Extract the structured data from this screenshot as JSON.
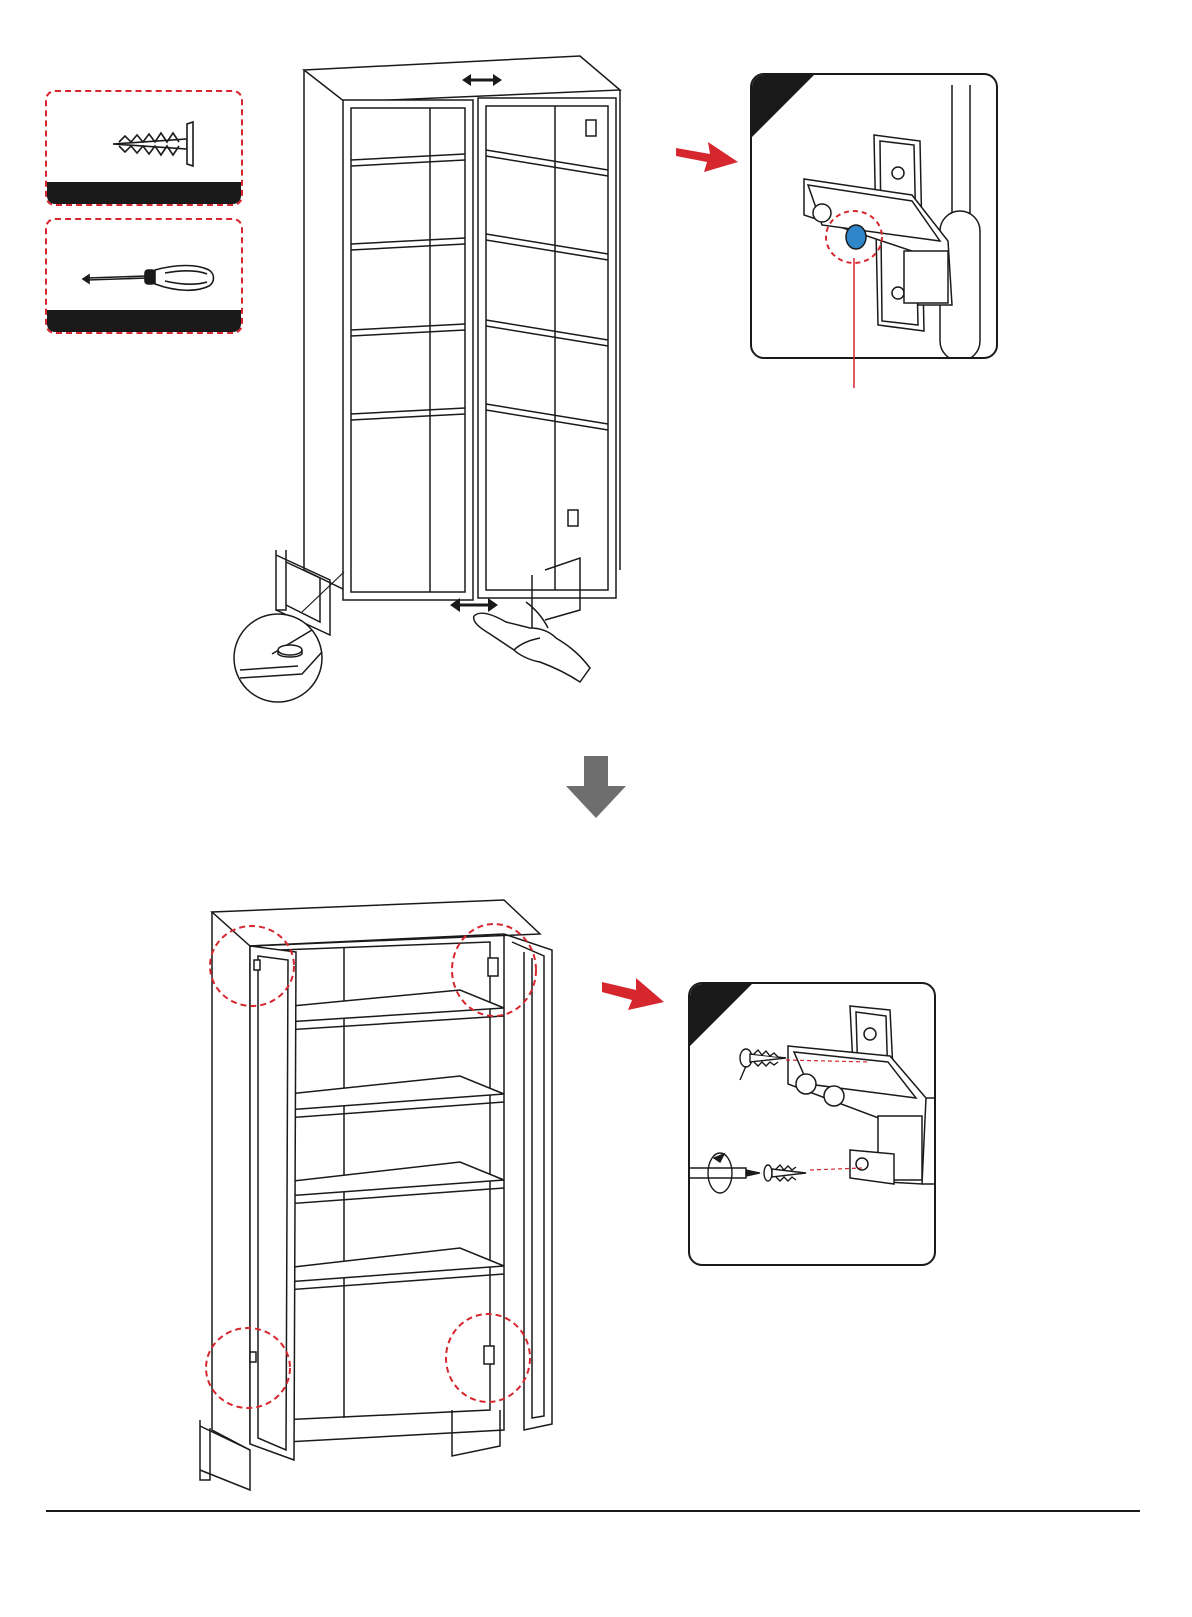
{
  "page": {
    "type": "assembly-instruction-step",
    "colors": {
      "ink": "#1a1a1a",
      "accent": "#d6262e",
      "hinge_screw": "#2f86c9",
      "step_arrow": "#6e6e6e"
    }
  },
  "parts": [
    {
      "icon": "wood-screw-icon"
    },
    {
      "icon": "phillips-screwdriver-icon"
    }
  ],
  "upper_illustration": {
    "subject": "cabinet-with-two-glass-doors-closed",
    "icons": [
      "door-gap-adjust-arrow-icon",
      "door-height-adjust-arrow-icon",
      "hand-pointer-icon",
      "floor-bumper-detail-icon"
    ]
  },
  "hinge_detail_1": {
    "icons": [
      "red-pointer-arrow-icon",
      "concealed-hinge-icon",
      "adjust-screw-highlight-icon"
    ]
  },
  "step_arrow": {
    "icon": "down-arrow-icon"
  },
  "lower_illustration": {
    "subject": "cabinet-with-doors-open",
    "icons": [
      "hinge-location-circle-icon"
    ]
  },
  "hinge_detail_2": {
    "icons": [
      "red-pointer-arrow-icon",
      "hinge-mounting-plate-icon",
      "wood-screw-icon",
      "screwdriver-rotate-icon"
    ]
  }
}
